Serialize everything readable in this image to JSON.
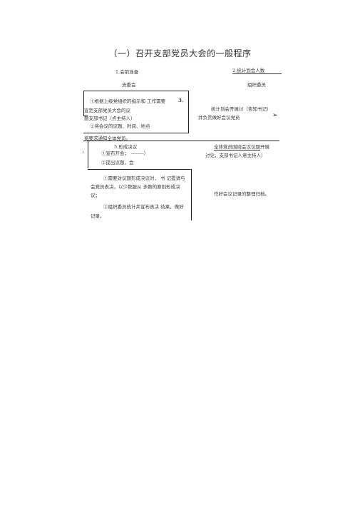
{
  "title": "（一）召开支部党员大会的一般程序",
  "left": {
    "h1": "1.会前准备",
    "h1_sub": "支委会",
    "box1": {
      "l1": "①根据上级党组织的指示和 工作需要",
      "l1_num": "3.",
      "l2": "宣定支部党员大会的议",
      "l3": "题支部书记（点主持人）",
      "l4": "②将会议的议题、时间、地点"
    },
    "l5": "将要求通知全体党员。",
    "h5": "5.形成决议",
    "box2": {
      "mark": "1",
      "l1": "①宣布开会；",
      "l1_dash": "--------）",
      "l2": "②提出议题，会"
    },
    "box3": {
      "l1": "①需要对议题形成决议时， 书  记提请与",
      "l2": "会党员表决，以少数服从  多数的原则形成决",
      "l3": "议；",
      "l4": "②组织委员统计并宣布表决  结果，做好",
      "l5": "记录。"
    }
  },
  "right": {
    "h2": "2.统计到会人数",
    "h2_sub": "组织委员",
    "p1": "统计到会开展讨（告知书记）",
    "p2": "并负责做好会议党员",
    "arrow": "➢",
    "p3a": "全体党员围绕会议",
    "p3b": "议题",
    "p3c": "开展",
    "p4": "讨论，支部书记人意主持人）",
    "p5": "作好会议记录的整理归档。"
  }
}
